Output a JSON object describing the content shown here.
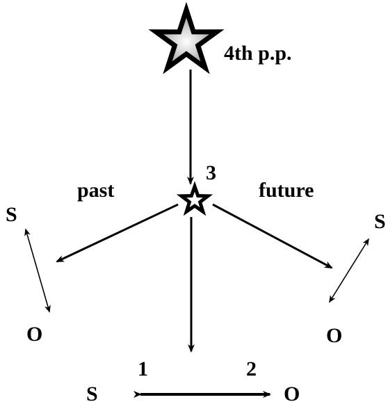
{
  "labels": {
    "top_star": "4th p.p.",
    "center_star": "3",
    "past": "past",
    "future": "future",
    "left_s": "S",
    "left_o": "O",
    "right_s": "S",
    "right_o": "O",
    "bottom_s": "S",
    "bottom_o": "O",
    "bottom_num_1": "1",
    "bottom_num_2": "2"
  },
  "icons": {
    "top_star": "star-large-gradient-icon",
    "center_star": "star-small-outline-icon"
  },
  "colors": {
    "ink": "#000000",
    "star_highlight": "#ffffff",
    "star_shade": "#8a8a8a",
    "background": "#ffffff"
  }
}
